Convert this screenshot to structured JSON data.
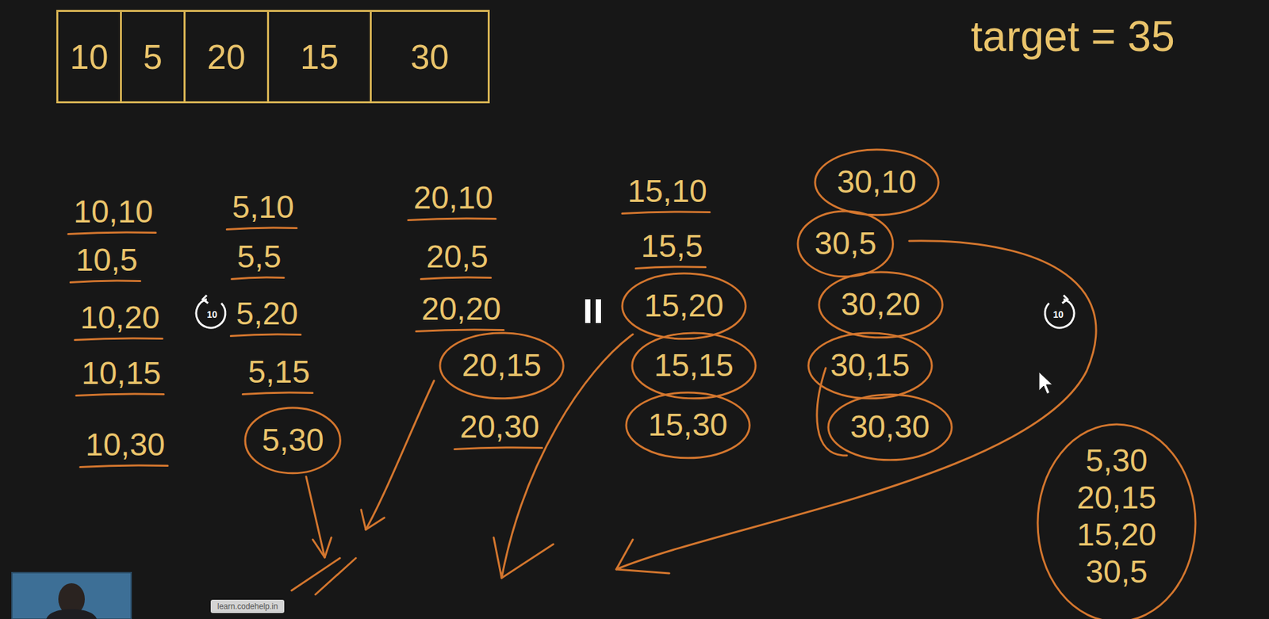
{
  "diagram": {
    "nodes": [
      {
        "text": [
          "10",
          "5",
          "20",
          "15",
          "30"
        ]
      },
      {
        "text": [
          "5,30"
        ]
      },
      {
        "text": [
          "20,15"
        ]
      },
      {
        "text": [
          "15,20"
        ]
      },
      {
        "text": [
          "15,15"
        ]
      },
      {
        "text": [
          "15,30"
        ]
      },
      {
        "text": [
          "30,10"
        ]
      },
      {
        "text": [
          "30,5"
        ]
      },
      {
        "text": [
          "30,20"
        ]
      },
      {
        "text": [
          "30,15"
        ]
      },
      {
        "text": [
          "30,30"
        ]
      },
      {
        "text": [
          "5,30",
          "20,15",
          "15,20",
          "30,5"
        ]
      }
    ],
    "labels": [
      "target = 35",
      "10,10",
      "10,5",
      "10,20",
      "10,15",
      "10,30",
      "5,10",
      "5,5",
      "5,20",
      "5,15",
      "20,10",
      "20,5",
      "20,20",
      "20,30",
      "15,10",
      "15,5",
      "10",
      "10",
      "learn.codehelp.in"
    ]
  }
}
